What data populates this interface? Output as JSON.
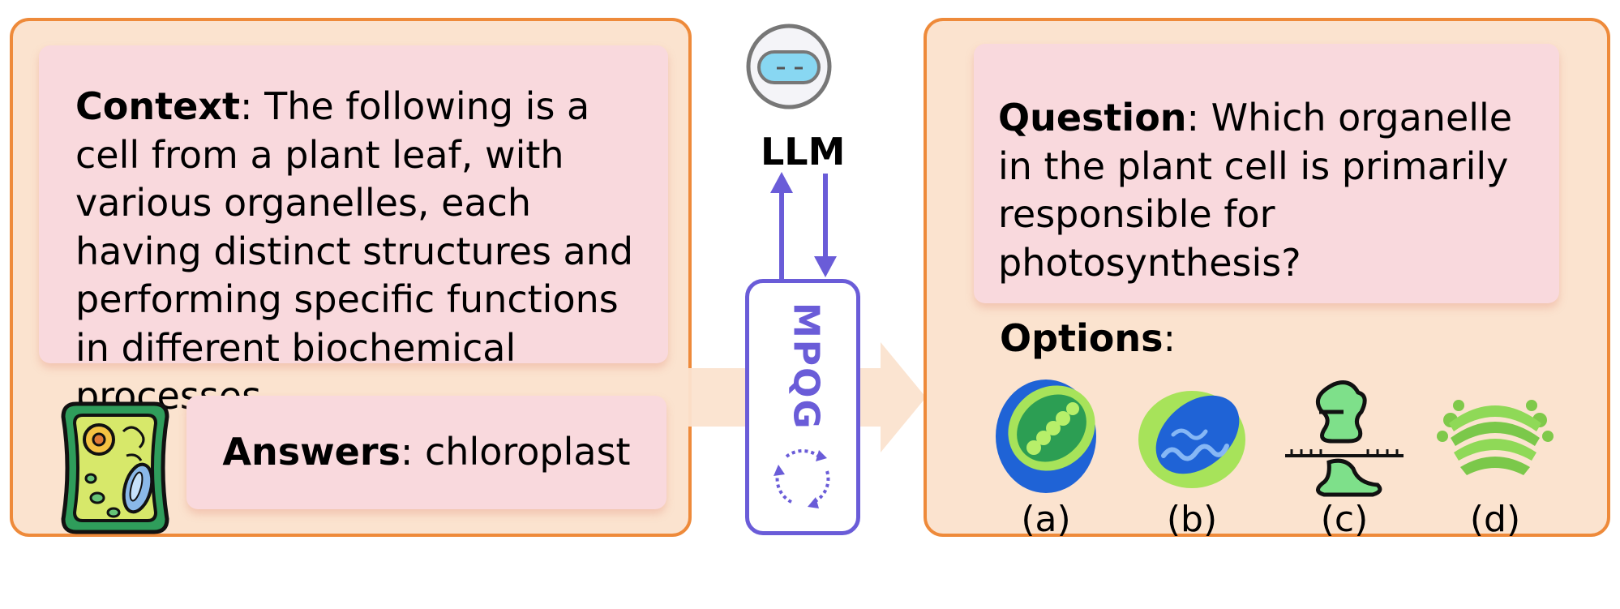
{
  "context": {
    "heading": "Context",
    "text": ": The following is a cell from a plant leaf, with various organelles, each having distinct structures and performing specific functions in different biochemical processes."
  },
  "answers": {
    "heading": "Answers",
    "text": ": chloroplast"
  },
  "llm": {
    "label": "LLM"
  },
  "mpqg": {
    "label": "MPQG"
  },
  "question": {
    "heading": "Question",
    "text": ": Which organelle in the plant cell is primarily responsible for photosynthesis?"
  },
  "options": {
    "heading": "Options",
    "colon": ":",
    "items": [
      {
        "label": "(a)",
        "icon": "chloroplast-icon"
      },
      {
        "label": "(b)",
        "icon": "mitochondrion-icon"
      },
      {
        "label": "(c)",
        "icon": "membrane-protein-icon"
      },
      {
        "label": "(d)",
        "icon": "golgi-apparatus-icon"
      }
    ]
  },
  "colors": {
    "panel_bg": "#fbe3cf",
    "panel_border": "#ee8a3a",
    "card_bg": "#f9d9dd",
    "accent": "#6a5cd8",
    "green": "#8fd957",
    "blue": "#1f63d6"
  }
}
